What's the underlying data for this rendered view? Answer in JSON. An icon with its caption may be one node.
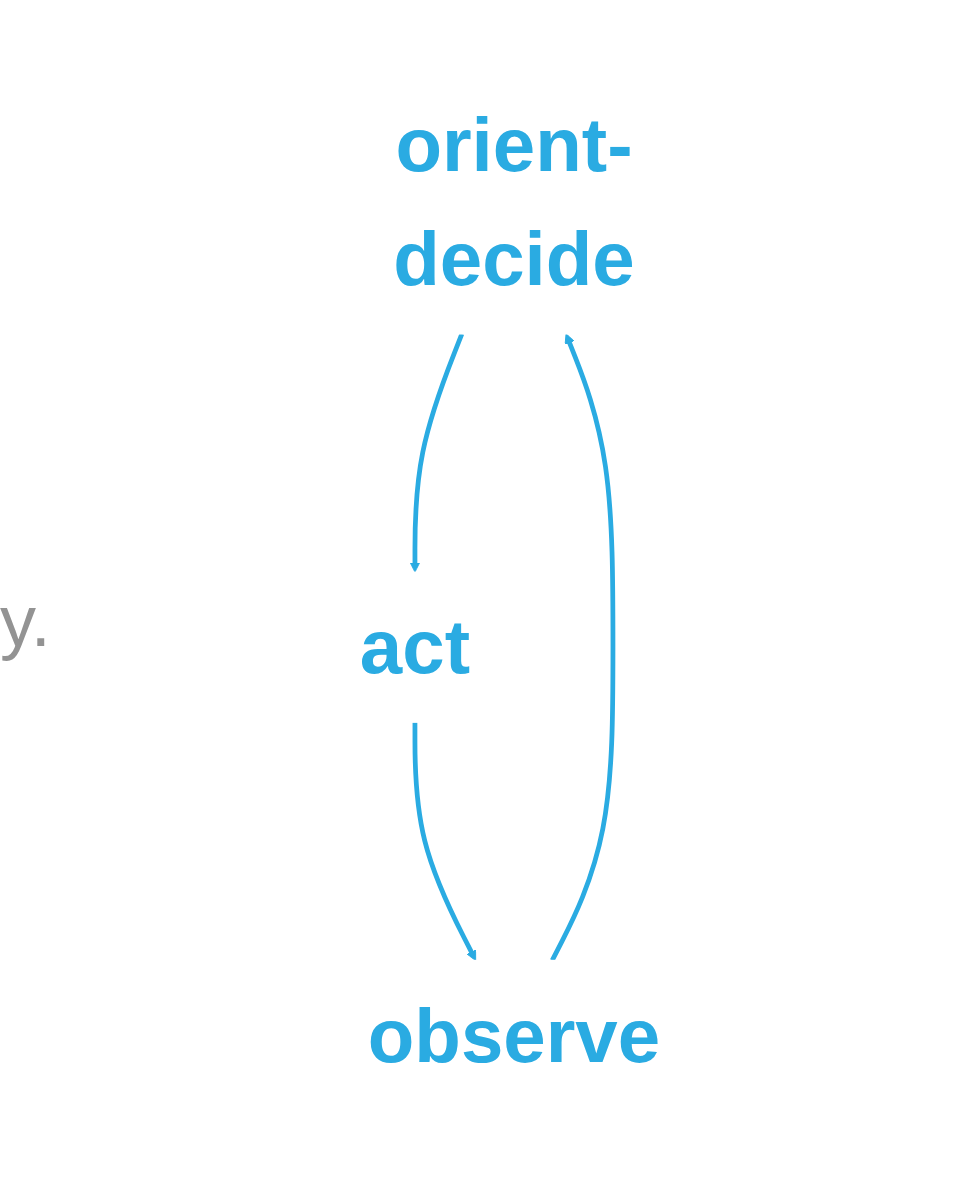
{
  "diagram": {
    "nodes": [
      {
        "text": [
          "orient-decide"
        ]
      },
      {
        "text": [
          "act"
        ]
      },
      {
        "text": [
          "observe"
        ]
      }
    ],
    "edges": [
      {
        "from": 2,
        "to": 0,
        "arrow": "to"
      },
      {
        "from": 0,
        "to": 1,
        "arrow": "to"
      },
      {
        "from": 1,
        "to": 2,
        "arrow": "to"
      }
    ],
    "labels": [
      "y."
    ]
  }
}
